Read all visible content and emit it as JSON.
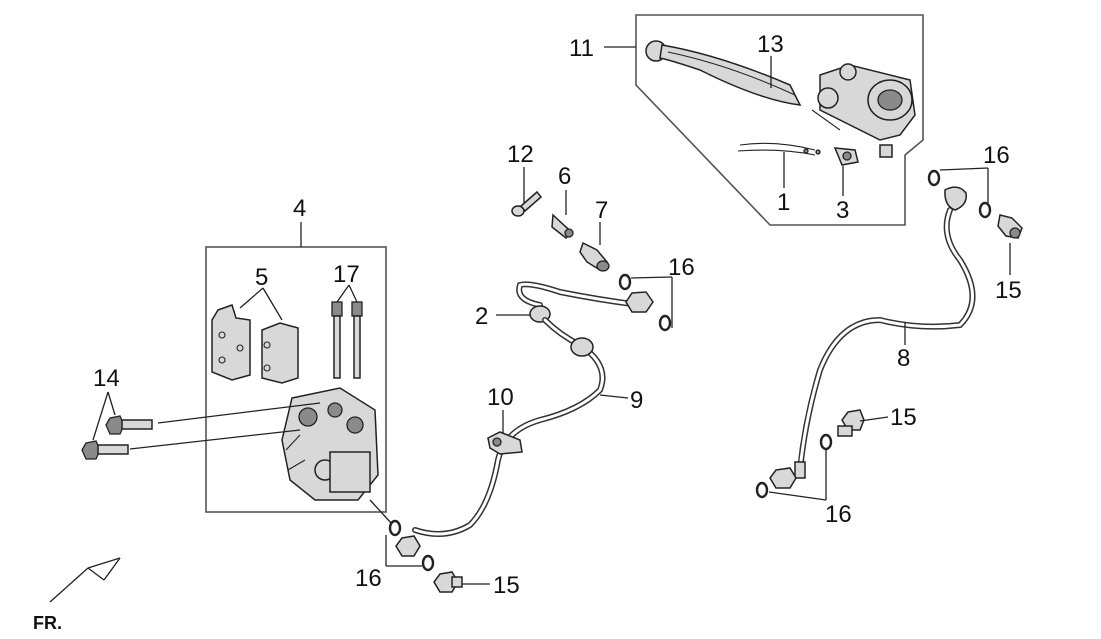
{
  "diagram": {
    "orientation_label": "FR.",
    "callouts": [
      {
        "id": "c1",
        "text": "1"
      },
      {
        "id": "c2",
        "text": "2"
      },
      {
        "id": "c3",
        "text": "3"
      },
      {
        "id": "c4",
        "text": "4"
      },
      {
        "id": "c5",
        "text": "5"
      },
      {
        "id": "c6",
        "text": "6"
      },
      {
        "id": "c7",
        "text": "7"
      },
      {
        "id": "c8",
        "text": "8"
      },
      {
        "id": "c9",
        "text": "9"
      },
      {
        "id": "c10",
        "text": "10"
      },
      {
        "id": "c11",
        "text": "11"
      },
      {
        "id": "c12",
        "text": "12"
      },
      {
        "id": "c13",
        "text": "13"
      },
      {
        "id": "c14",
        "text": "14"
      },
      {
        "id": "c15a",
        "text": "15"
      },
      {
        "id": "c15b",
        "text": "15"
      },
      {
        "id": "c15c",
        "text": "15"
      },
      {
        "id": "c16a",
        "text": "16"
      },
      {
        "id": "c16b",
        "text": "16"
      },
      {
        "id": "c16c",
        "text": "16"
      },
      {
        "id": "c16d",
        "text": "16"
      },
      {
        "id": "c17",
        "text": "17"
      }
    ]
  }
}
